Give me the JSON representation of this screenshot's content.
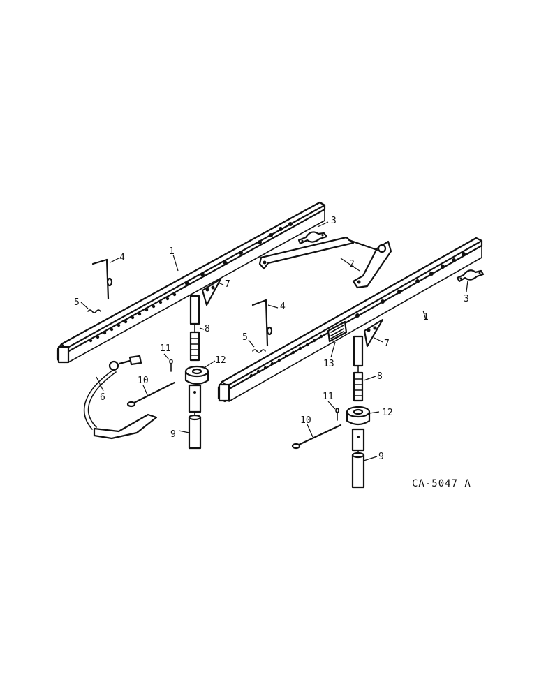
{
  "callouts": {
    "c1": "1",
    "c2": "2",
    "c3": "3",
    "c4": "4",
    "c5": "5",
    "c6": "6",
    "c7": "7",
    "c8": "8",
    "c9": "9",
    "c10": "10",
    "c11": "11",
    "c12": "12",
    "c13": "13"
  },
  "drawing_number": "CA-5047 A",
  "colors": {
    "line": "#111111",
    "background": "#ffffff"
  }
}
